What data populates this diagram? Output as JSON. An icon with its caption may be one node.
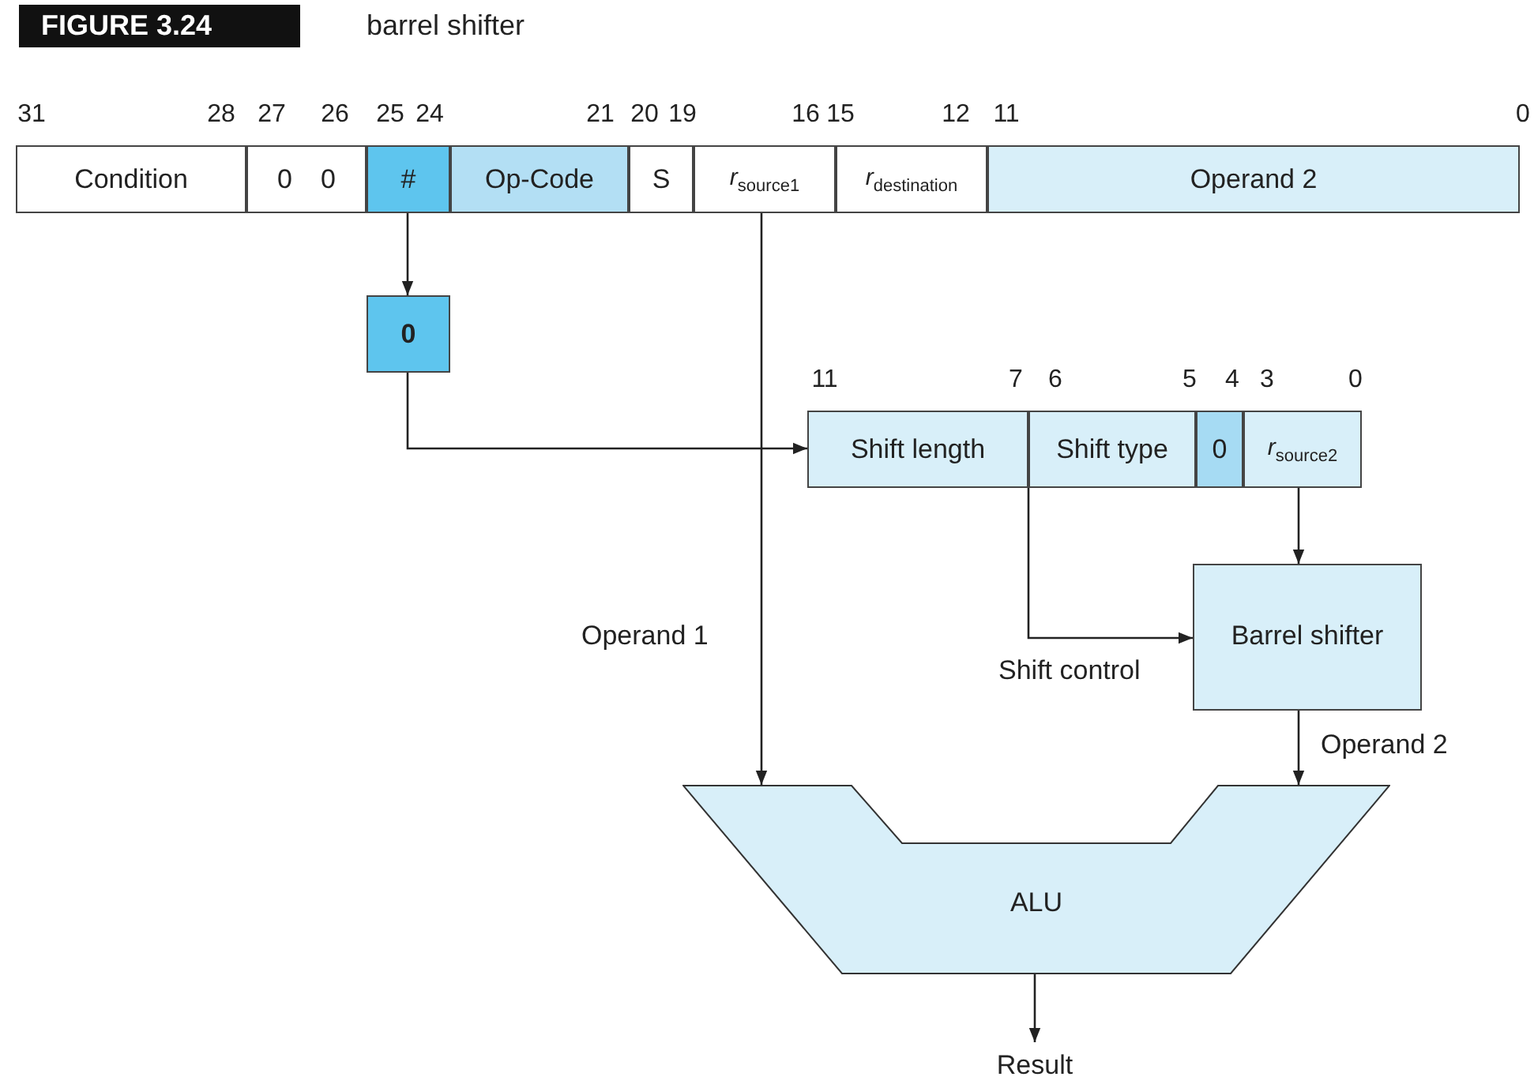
{
  "diagram": {
    "title": "barrel shifter",
    "nodes": [
      {
        "text": [
          "Condition"
        ]
      },
      {
        "text": [
          "0",
          "0"
        ]
      },
      {
        "text": [
          "#"
        ]
      },
      {
        "text": [
          "Op-Code"
        ]
      },
      {
        "text": [
          "S"
        ]
      },
      {
        "text": [
          "*r*$_{source1}$"
        ]
      },
      {
        "text": [
          "*r*$_{destination}$"
        ]
      },
      {
        "text": [
          "Operand 2"
        ]
      },
      {
        "text": [
          "0"
        ]
      },
      {
        "text": [
          "Shift length"
        ]
      },
      {
        "text": [
          "Shift type"
        ]
      },
      {
        "text": [
          "0"
        ]
      },
      {
        "text": [
          "*r*$_{source2}$"
        ]
      },
      {
        "text": [
          "Barrel shifter"
        ]
      },
      {
        "text": [
          "ALU"
        ]
      },
      {
        "text": [
          "Result"
        ]
      }
    ],
    "edges": [
      {
        "from": 2,
        "to": 8,
        "arrow": "to"
      },
      {
        "from": 8,
        "to": 9,
        "arrow": "to"
      },
      {
        "from": 5,
        "to": 14,
        "arrow": "to",
        "label": "Operand 1"
      },
      {
        "from": 10,
        "to": 13,
        "arrow": "to",
        "label": "Shift control"
      },
      {
        "from": 12,
        "to": 13,
        "arrow": "to"
      },
      {
        "from": 13,
        "to": 14,
        "arrow": "to",
        "label": "Operand 2"
      },
      {
        "from": 14,
        "to": 15,
        "arrow": "to"
      }
    ],
    "labels": [
      "FIGURE 3.24",
      "31",
      "28",
      "27",
      "26",
      "25",
      "24",
      "21",
      "20",
      "19",
      "16",
      "15",
      "12",
      "11",
      "0",
      "11",
      "7",
      "6",
      "5",
      "4",
      "3",
      "0"
    ]
  }
}
